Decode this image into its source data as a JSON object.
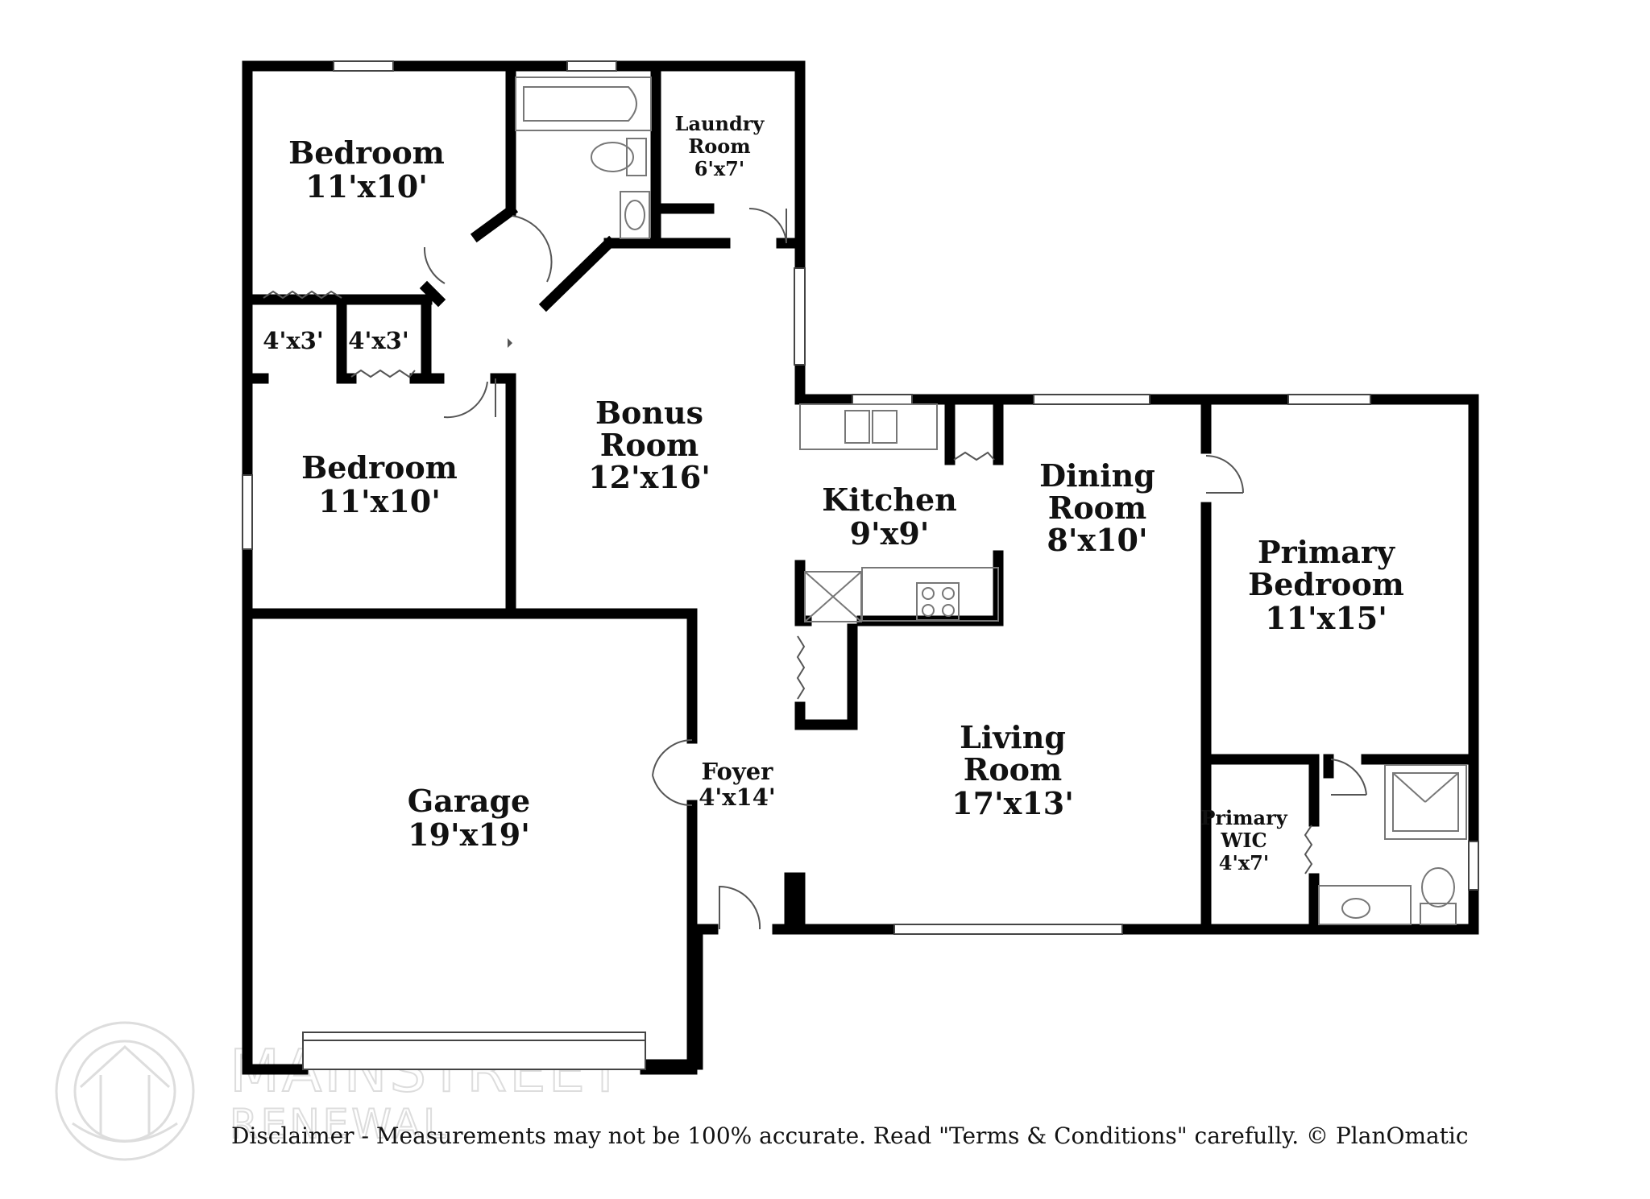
{
  "rooms": {
    "bedroom1": {
      "name": "Bedroom",
      "dims": "11'x10'"
    },
    "bedroom2": {
      "name": "Bedroom",
      "dims": "11'x10'"
    },
    "closet1": {
      "dims": "4'x3'"
    },
    "closet2": {
      "dims": "4'x3'"
    },
    "laundry": {
      "name_line1": "Laundry",
      "name_line2": "Room",
      "dims": "6'x7'"
    },
    "bonus": {
      "name_line1": "Bonus",
      "name_line2": "Room",
      "dims": "12'x16'"
    },
    "kitchen": {
      "name": "Kitchen",
      "dims": "9'x9'"
    },
    "dining": {
      "name_line1": "Dining",
      "name_line2": "Room",
      "dims": "8'x10'"
    },
    "primary_bedroom": {
      "name_line1": "Primary",
      "name_line2": "Bedroom",
      "dims": "11'x15'"
    },
    "living": {
      "name_line1": "Living",
      "name_line2": "Room",
      "dims": "17'x13'"
    },
    "foyer": {
      "name": "Foyer",
      "dims": "4'x14'"
    },
    "garage": {
      "name": "Garage",
      "dims": "19'x19'"
    },
    "primary_wic": {
      "name_line1": "Primary",
      "name_line2": "WIC",
      "dims": "4'x7'"
    }
  },
  "watermark": {
    "line1": "MAINSTREET",
    "line2": "RENEWAL"
  },
  "disclaimer": "Disclaimer - Measurements may not be 100% accurate. Read \"Terms & Conditions\" carefully. © PlanOmatic",
  "colors": {
    "wall": "#000000",
    "fixture": "#777777",
    "watermark": "#dddddd"
  }
}
